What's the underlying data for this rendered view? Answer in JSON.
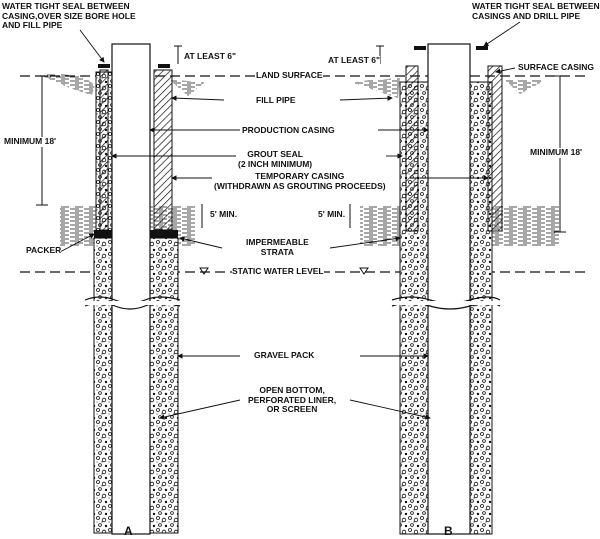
{
  "labels": {
    "seal_a": "WATER TIGHT SEAL BETWEEN\nCASING,OVER SIZE BORE HOLE\nAND FILL PIPE",
    "seal_b": "WATER TIGHT SEAL BETWEEN\nCASINGS AND DRILL PIPE",
    "at_least_a": "AT LEAST 6\"",
    "at_least_b": "AT LEAST 6\"",
    "land_surface": "LAND SURFACE",
    "surface_casing": "SURFACE CASING",
    "fill_pipe": "FILL PIPE",
    "minimum_a": "MINIMUM 18'",
    "minimum_b": "MINIMUM 18'",
    "production_casing": "PRODUCTION CASING",
    "grout_seal": "GROUT SEAL\n(2 INCH MINIMUM)",
    "temporary_casing": "TEMPORARY CASING\n(WITHDRAWN AS GROUTING PROCEEDS)",
    "five_min_a": "5' MIN.",
    "five_min_b": "5' MIN.",
    "packer": "PACKER",
    "impermeable": "IMPERMEABLE\nSTRATA",
    "static_water": "STATIC WATER LEVEL",
    "gravel_pack": "GRAVEL PACK",
    "open_bottom": "OPEN BOTTOM,\nPERFORATED LINER,\nOR SCREEN"
  },
  "panels": {
    "a": "A",
    "b": "B"
  },
  "colors": {
    "ink": "#111111",
    "paper": "#ffffff"
  }
}
